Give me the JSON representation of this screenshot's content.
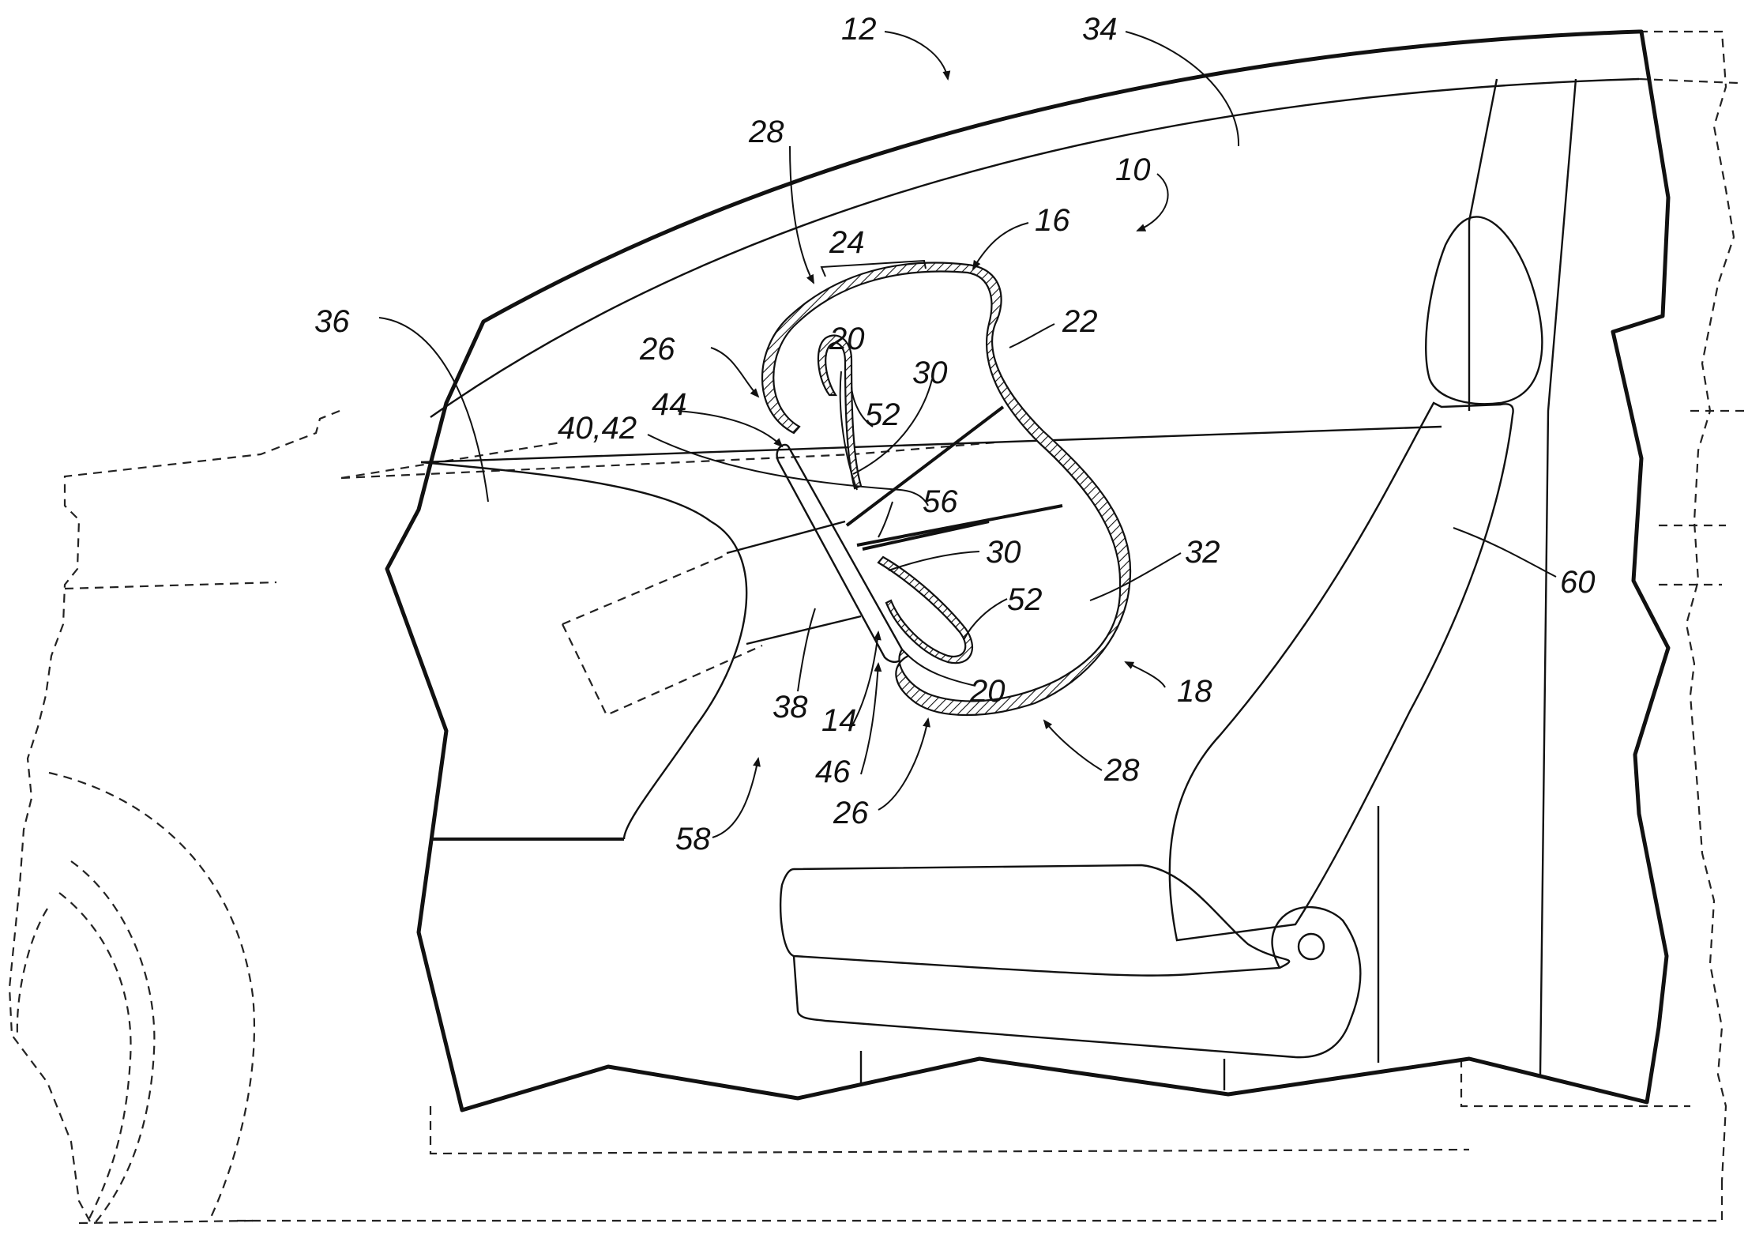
{
  "labels": [
    {
      "id": "12",
      "text": "12"
    },
    {
      "id": "34",
      "text": "34"
    },
    {
      "id": "28-top",
      "text": "28"
    },
    {
      "id": "10",
      "text": "10"
    },
    {
      "id": "16",
      "text": "16"
    },
    {
      "id": "24",
      "text": "24"
    },
    {
      "id": "36",
      "text": "36"
    },
    {
      "id": "26-top",
      "text": "26"
    },
    {
      "id": "20-top",
      "text": "20"
    },
    {
      "id": "30-top",
      "text": "30"
    },
    {
      "id": "22",
      "text": "22"
    },
    {
      "id": "44",
      "text": "44"
    },
    {
      "id": "52-top",
      "text": "52"
    },
    {
      "id": "40-42",
      "text": "40,42"
    },
    {
      "id": "56",
      "text": "56"
    },
    {
      "id": "30-mid",
      "text": "30"
    },
    {
      "id": "32",
      "text": "32"
    },
    {
      "id": "52-mid",
      "text": "52"
    },
    {
      "id": "60",
      "text": "60"
    },
    {
      "id": "20-bot",
      "text": "20"
    },
    {
      "id": "18",
      "text": "18"
    },
    {
      "id": "38",
      "text": "38"
    },
    {
      "id": "14",
      "text": "14"
    },
    {
      "id": "28-bot",
      "text": "28"
    },
    {
      "id": "46",
      "text": "46"
    },
    {
      "id": "26-bot",
      "text": "26"
    },
    {
      "id": "58",
      "text": "58"
    }
  ]
}
